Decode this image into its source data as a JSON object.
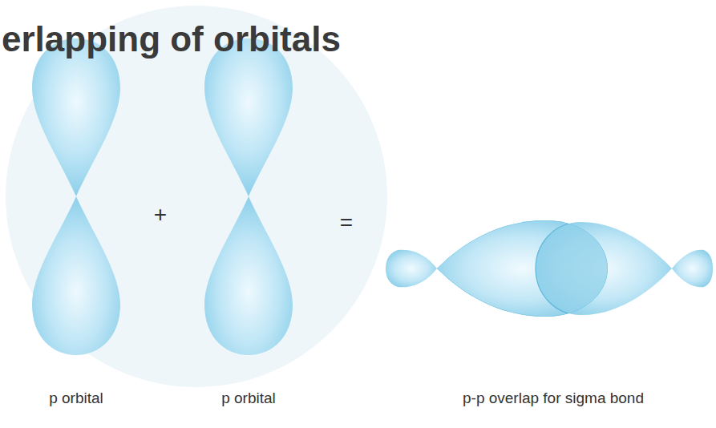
{
  "diagram": {
    "title": "erlapping of orbitals",
    "labels": [
      "+",
      "=",
      "p orbital",
      "p orbital",
      "p-p overlap for sigma bond"
    ]
  }
}
